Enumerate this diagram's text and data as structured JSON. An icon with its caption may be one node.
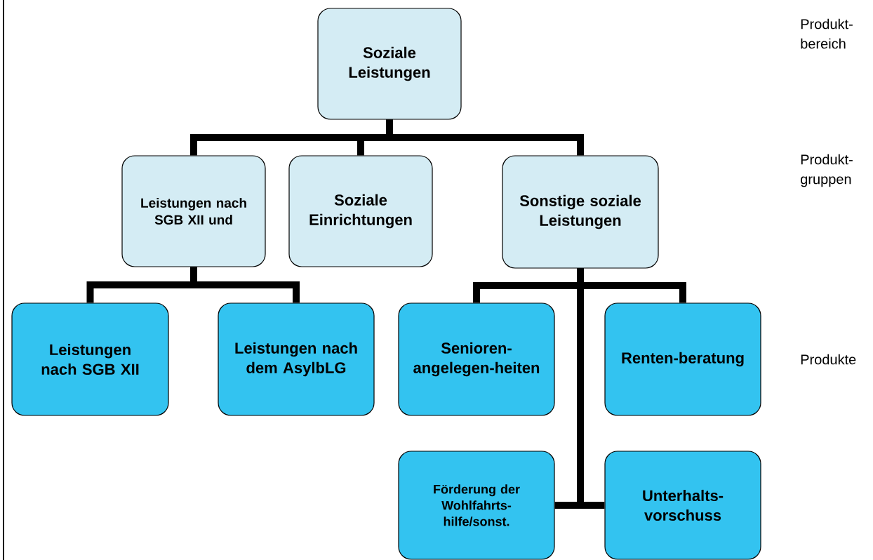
{
  "diagram": {
    "nodes": [
      {
        "text": [
          "Soziale Leistungen"
        ]
      },
      {
        "text": [
          "Leistungen nach SGB XII und"
        ]
      },
      {
        "text": [
          "Soziale Einrichtungen"
        ]
      },
      {
        "text": [
          "Sonstige soziale Leistungen"
        ]
      },
      {
        "text": [
          "Leistungen nach SGB XII"
        ]
      },
      {
        "text": [
          "Leistungen nach dem AsylbLG"
        ]
      },
      {
        "text": [
          "Senioren-angelegen-heiten"
        ]
      },
      {
        "text": [
          "Renten-beratung"
        ]
      },
      {
        "text": [
          "Förderung der Wohlfahrts-hilfe/sonst."
        ]
      },
      {
        "text": [
          "Unterhalts-vorschuss"
        ]
      }
    ],
    "edges": [
      {
        "from": 0,
        "to": 1,
        "arrow": "none"
      },
      {
        "from": 0,
        "to": 2,
        "arrow": "none"
      },
      {
        "from": 0,
        "to": 3,
        "arrow": "none"
      },
      {
        "from": 1,
        "to": 4,
        "arrow": "none"
      },
      {
        "from": 1,
        "to": 5,
        "arrow": "none"
      },
      {
        "from": 3,
        "to": 6,
        "arrow": "none"
      },
      {
        "from": 3,
        "to": 7,
        "arrow": "none"
      },
      {
        "from": 3,
        "to": 8,
        "arrow": "none"
      },
      {
        "from": 3,
        "to": 9,
        "arrow": "none"
      }
    ],
    "labels": [
      "Produkt-bereich",
      "Produkt-gruppen",
      "Produkte"
    ]
  }
}
